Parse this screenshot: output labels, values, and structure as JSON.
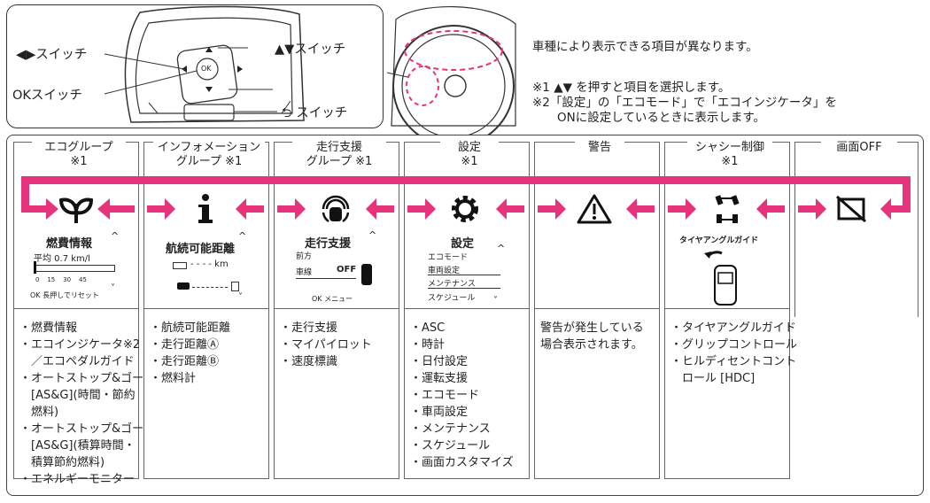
{
  "top_panel": {
    "label_lr_switch": "◀▶スイッチ",
    "label_ok_switch": "OKスイッチ",
    "label_ud_switch": "▲▼スイッチ",
    "label_back_switch": "⮌ スイッチ",
    "ok_button_text": "OK"
  },
  "notes": {
    "line1": "車種により表示できる項目が異なります。",
    "line2": "※1 ▲▼ を押すと項目を選択します。",
    "line3": "※2「設定」の「エコモード」で「エコインジケータ」を",
    "line4": "ONに設定しているときに表示します。"
  },
  "columns": [
    {
      "title1": "エコグループ",
      "title2": "※1",
      "icon": "leaf-eco-icon",
      "screen_title": "燃費情報",
      "screen_lines": [
        "平均  0.7 km/l",
        "0    15    30    45",
        "OK 長押しでリセット"
      ],
      "items": [
        "・燃費情報",
        "・エコインジケータ※2",
        "　／エコペダルガイド",
        "・オートストップ&ゴー",
        "　[AS&G](時間・節約",
        "　燃料)",
        "・オートストップ&ゴー",
        "　[AS&G](積算時間・",
        "　積算節約燃料)",
        "・エネルギーモニター"
      ]
    },
    {
      "title1": "インフォメーション",
      "title2": "グループ ※1",
      "icon": "info-icon",
      "screen_title": "航続可能距離",
      "screen_lines": [
        "- - - - km"
      ],
      "items": [
        "・航続可能距離",
        "・走行距離Ⓐ",
        "・走行距離Ⓑ",
        "・燃料計"
      ]
    },
    {
      "title1": "走行支援",
      "title2": "グループ ※1",
      "icon": "driving-assist-icon",
      "screen_title": "走行支援",
      "screen_lines": [
        "前方",
        "車線",
        "OFF",
        "OK メニュー"
      ],
      "items": [
        "・走行支援",
        "・マイパイロット",
        "・速度標識"
      ]
    },
    {
      "title1": "設定",
      "title2": "※1",
      "icon": "gear-icon",
      "screen_title": "設定",
      "screen_lines": [
        "エコモード",
        "車両設定",
        "メンテナンス",
        "スケジュール"
      ],
      "items": [
        "・ASC",
        "・時計",
        "・日付設定",
        "・運転支援",
        "・エコモード",
        "・車両設定",
        "・メンテナンス",
        "・スケジュール",
        "・画面カスタマイズ"
      ]
    },
    {
      "title1": "警告",
      "title2": "",
      "icon": "warning-triangle-icon",
      "screen_title": "",
      "screen_lines": [],
      "items": [
        "警告が発生している",
        "場合表示されます。"
      ]
    },
    {
      "title1": "シャシー制御",
      "title2": "※1",
      "icon": "car-chassis-icon",
      "screen_title": "タイヤアングルガイド",
      "screen_lines": [],
      "items": [
        "・タイヤアングルガイド",
        "・グリップコントロール",
        "・ヒルディセントコント",
        "　ロール [HDC]"
      ]
    },
    {
      "title1": "画面OFF",
      "title2": "",
      "icon": "screen-off-icon",
      "screen_title": "",
      "screen_lines": [],
      "items": []
    }
  ],
  "colors": {
    "accent": "#e6337c",
    "line": "#444444"
  }
}
